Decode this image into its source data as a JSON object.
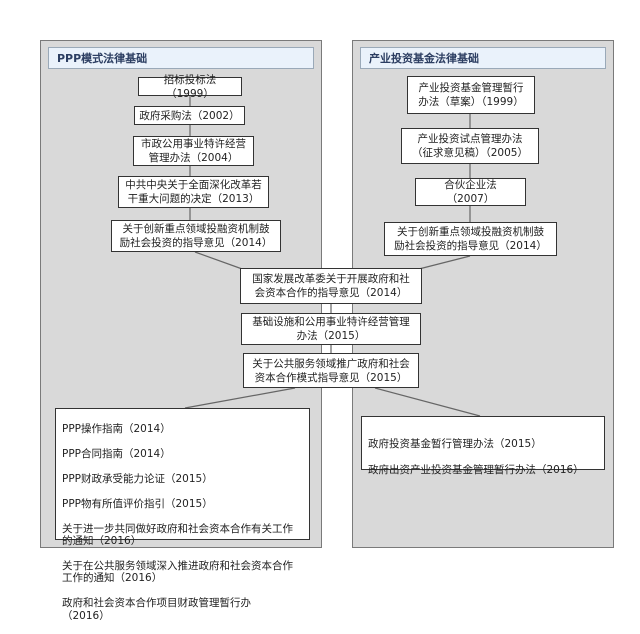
{
  "left_panel": {
    "title": "PPP模式法律基础",
    "chain": [
      "招标投标法（1999）",
      "政府采购法（2002）",
      "市政公用事业特许经营\n管理办法（2004）",
      "中共中央关于全面深化改革若\n干重大问题的决定（2013）",
      "关于创新重点领域投融资机制鼓\n励社会投资的指导意见（2014）"
    ],
    "list": [
      "PPP操作指南（2014）",
      "PPP合同指南（2014）",
      "PPP财政承受能力论证（2015）",
      "PPP物有所值评价指引（2015）",
      "关于进一步共同做好政府和社会资本合作有关工作\n的通知（2016）",
      "关于在公共服务领域深入推进政府和社会资本合作\n工作的通知（2016）",
      "政府和社会资本合作项目财政管理暂行办\n（2016）"
    ]
  },
  "right_panel": {
    "title": "产业投资基金法律基础",
    "chain": [
      "产业投资基金管理暂行\n办法（草案）（1999）",
      "产业投资试点管理办法\n（征求意见稿）（2005）",
      "合伙企业法\n（2007）",
      "关于创新重点领域投融资机制鼓\n励社会投资的指导意见（2014）"
    ],
    "list": [
      "政府投资基金暂行管理办法（2015）",
      "政府出资产业投资基金管理暂行办法（2016）"
    ]
  },
  "center_chain": [
    "国家发展改革委关于开展政府和社\n会资本合作的指导意见（2014）",
    "基础设施和公用事业特许经营管理\n办法（2015）",
    "关于公共服务领域推广政府和社会\n资本合作模式指导意见（2015）"
  ],
  "colors": {
    "panel_bg": "#d9d9d9",
    "title_bg": "#eaf2fb",
    "box_border": "#333333",
    "connector": "#666666"
  }
}
